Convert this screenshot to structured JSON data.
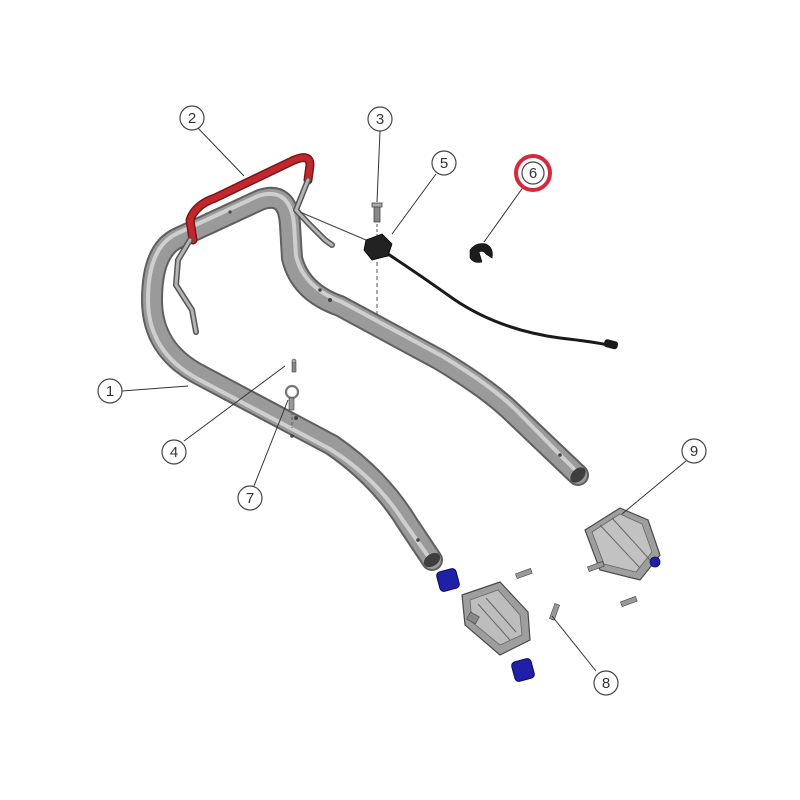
{
  "colors": {
    "background": "#ffffff",
    "frame": "#8c8c8c",
    "frame_dark": "#5f5f5f",
    "frame_light": "#c9c9c9",
    "highlight_part": "#c0282d",
    "cable": "#1a1a1a",
    "bushing": "#1f1fa8",
    "highlight_ring": "#d6293b",
    "leader_line": "#333333"
  },
  "callouts": [
    {
      "id": "1",
      "label": "1"
    },
    {
      "id": "2",
      "label": "2"
    },
    {
      "id": "3",
      "label": "3"
    },
    {
      "id": "4",
      "label": "4"
    },
    {
      "id": "5",
      "label": "5"
    },
    {
      "id": "6",
      "label": "6",
      "highlighted": true
    },
    {
      "id": "7",
      "label": "7"
    },
    {
      "id": "8",
      "label": "8"
    },
    {
      "id": "9",
      "label": "9"
    }
  ]
}
